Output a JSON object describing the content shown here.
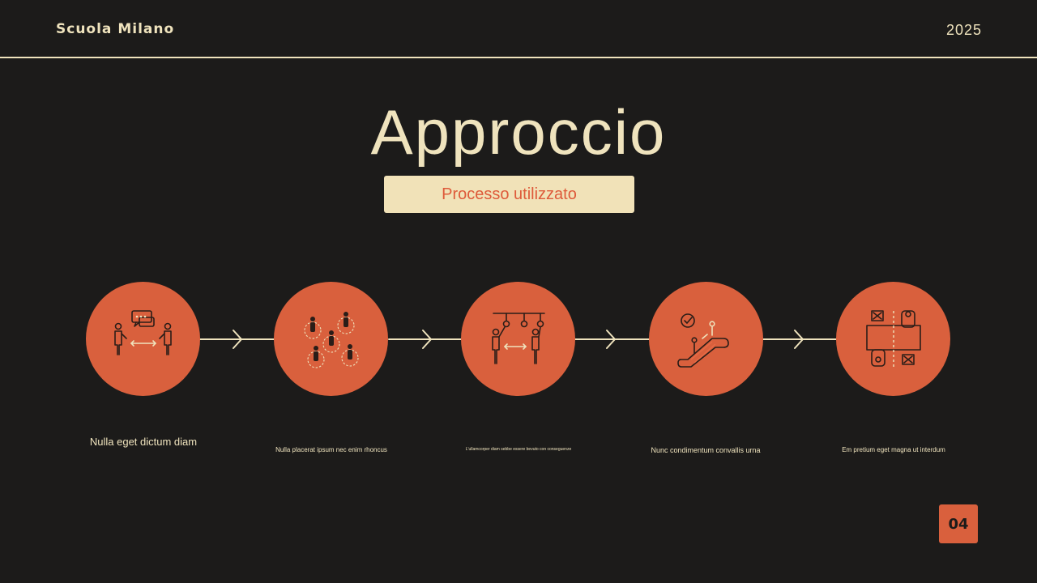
{
  "header": {
    "brand": "Scuola Milano",
    "year": "2025"
  },
  "title": "Approccio",
  "subtitle": "Processo utilizzato",
  "steps": [
    {
      "icon": "conversation-distance-icon",
      "caption": "Nulla eget dictum diam"
    },
    {
      "icon": "crowd-spacing-icon",
      "caption": "Nulla placerat ipsum nec enim rhoncus"
    },
    {
      "icon": "transit-distance-icon",
      "caption": "L'ullamcorper diam sebbe essere bevuto con conseguenze"
    },
    {
      "icon": "escalator-check-icon",
      "caption": "Nunc condimentum convallis urna"
    },
    {
      "icon": "table-seating-icon",
      "caption": "Em pretium eget magna ut interdum"
    }
  ],
  "page_number": "04",
  "colors": {
    "background": "#1c1b1a",
    "accent": "#d9603d",
    "cream": "#efe3bd"
  }
}
